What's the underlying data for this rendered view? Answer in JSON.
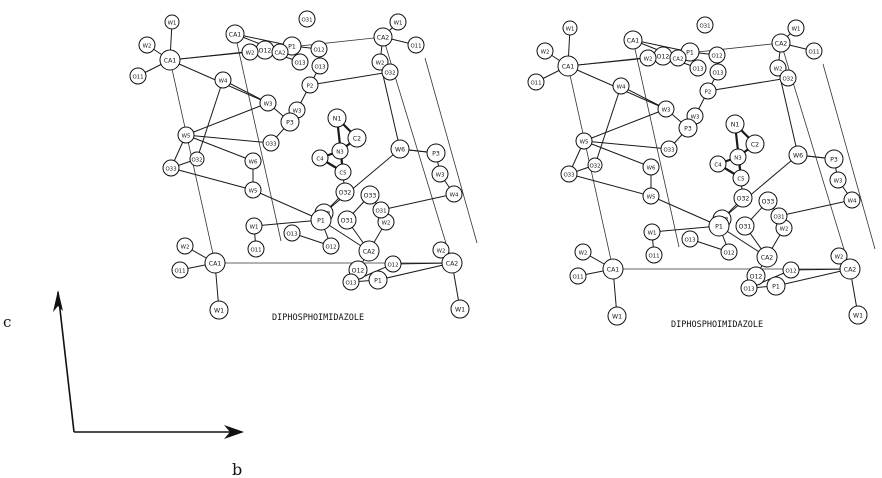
{
  "figure": {
    "panels": [
      {
        "caption": "DIPHOSPHOIMIDAZOLE"
      },
      {
        "caption": "DIPHOSPHOIMIDAZOLE"
      }
    ],
    "axes": {
      "vertical_label": "c",
      "horizontal_label": "b"
    },
    "atoms": [
      {
        "label": "W1"
      },
      {
        "label": "W2"
      },
      {
        "label": "CA1"
      },
      {
        "label": "O11"
      },
      {
        "label": "CA1"
      },
      {
        "label": "O12"
      },
      {
        "label": "O13"
      },
      {
        "label": "P1"
      },
      {
        "label": "CA2"
      },
      {
        "label": "W2"
      },
      {
        "label": "O31"
      },
      {
        "label": "W3"
      },
      {
        "label": "O12"
      },
      {
        "label": "O13"
      },
      {
        "label": "P2"
      },
      {
        "label": "CA2"
      },
      {
        "label": "O11"
      },
      {
        "label": "W1"
      },
      {
        "label": "W2"
      },
      {
        "label": "O32"
      },
      {
        "label": "P3"
      },
      {
        "label": "O33"
      },
      {
        "label": "W3"
      },
      {
        "label": "W4"
      },
      {
        "label": "W5"
      },
      {
        "label": "O33"
      },
      {
        "label": "O32"
      },
      {
        "label": "N1"
      },
      {
        "label": "C2"
      },
      {
        "label": "N3"
      },
      {
        "label": "C4"
      },
      {
        "label": "C5"
      },
      {
        "label": "W6"
      },
      {
        "label": "W5"
      },
      {
        "label": "O32"
      },
      {
        "label": "O33"
      },
      {
        "label": "W6"
      },
      {
        "label": "P3"
      },
      {
        "label": "W3"
      },
      {
        "label": "W4"
      },
      {
        "label": "P1"
      },
      {
        "label": "W1"
      },
      {
        "label": "O11"
      },
      {
        "label": "O12"
      },
      {
        "label": "O13"
      },
      {
        "label": "CA2"
      },
      {
        "label": "W2"
      },
      {
        "label": "O31"
      },
      {
        "label": "O33"
      },
      {
        "label": "O31"
      },
      {
        "label": "O12"
      },
      {
        "label": "W2"
      },
      {
        "label": "CA1"
      },
      {
        "label": "W1"
      },
      {
        "label": "O11"
      },
      {
        "label": "W2"
      },
      {
        "label": "W1"
      },
      {
        "label": "P1"
      },
      {
        "label": "O13"
      },
      {
        "label": "O12"
      },
      {
        "label": "CA2"
      }
    ]
  }
}
